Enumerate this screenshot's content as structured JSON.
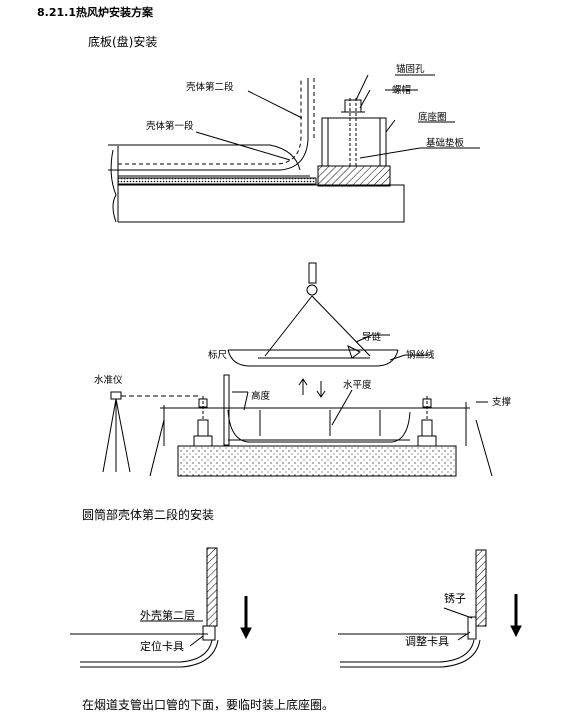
{
  "heading": "8.21.1热风炉安装方案",
  "sections": {
    "bottom_plate": {
      "caption": "底板(盘)安装",
      "labels": {
        "anchor_hole": "锚固孔",
        "nut": "螺帽",
        "base_ring": "底座圈",
        "foundation_pad": "基础垫板",
        "shell_second": "壳体第二段",
        "shell_first": "壳体第一段"
      }
    },
    "lifting": {
      "labels": {
        "guide_chain": "导链",
        "wire_rope": "钢丝线",
        "scale": "标尺",
        "level_instrument": "水准仪",
        "height": "高度",
        "level": "水平度",
        "support": "支撑"
      }
    },
    "cylinder": {
      "caption": "圆筒部壳体第二段的安装",
      "labels": {
        "outer_shell_second_layer": "外壳第二层",
        "positioning_clamp": "定位卡具",
        "wedge": "锈子",
        "adjusting_clamp": "调整卡具"
      }
    },
    "note": "在烟道支管出口管的下面，要临时装上底座圈。"
  }
}
